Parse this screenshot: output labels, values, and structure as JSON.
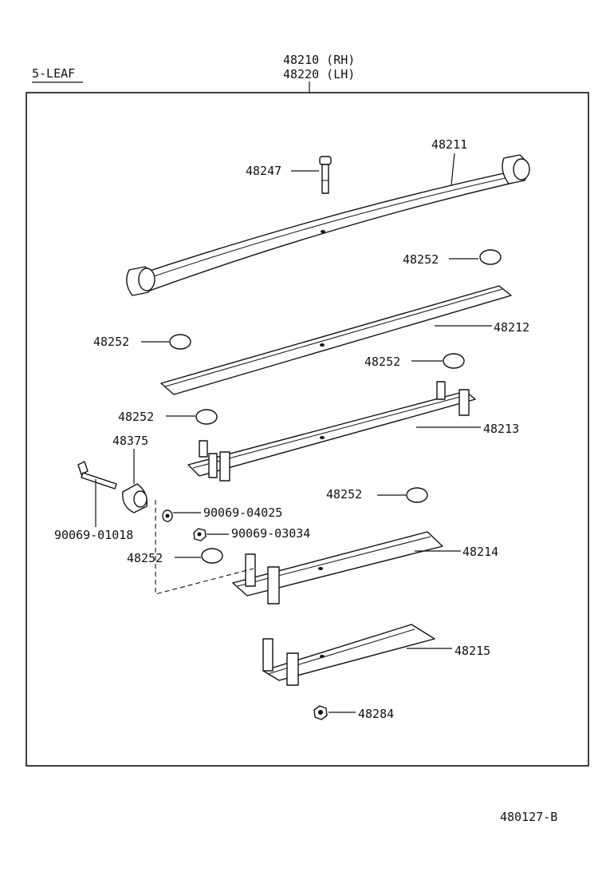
{
  "header": {
    "variant": "5-LEAF",
    "assembly_rh": "48210 (RH)",
    "assembly_lh": "48220 (LH)"
  },
  "parts": {
    "leaf_main": "48211",
    "bolt_center": "48247",
    "leaf_2": "48212",
    "leaf_3": "48213",
    "leaf_4": "48214",
    "leaf_5": "48215",
    "bushing": "48375",
    "bolt": "90069-01018",
    "washer": "90069-04025",
    "nut_clip": "90069-03034",
    "nut": "48284",
    "insert_label": "48252"
  },
  "footer": {
    "figure_code": "480127-B"
  }
}
